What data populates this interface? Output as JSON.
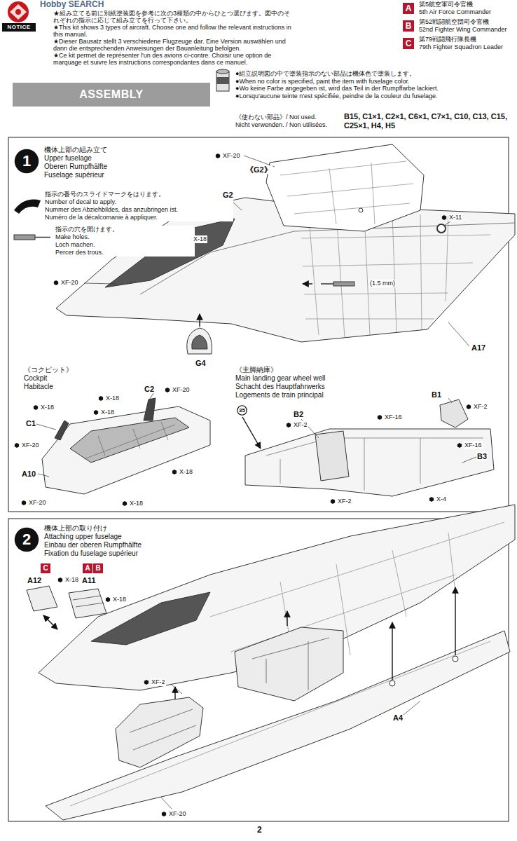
{
  "diagram": {
    "nodes": [
      {
        "text": [
          "NOTICE"
        ]
      },
      {
        "text": [
          "A",
          "第5航空軍司令官機",
          "5th Air Force Commander"
        ]
      },
      {
        "text": [
          "B",
          "第52戦闘航空団司令官機",
          "52nd Fighter Wing Commander"
        ]
      },
      {
        "text": [
          "C",
          "第79戦闘飛行隊長機",
          "79th Fighter Squadron Leader"
        ]
      },
      {
        "text": [
          "ASSEMBLY"
        ]
      },
      {
        "text": [
          "1",
          "機体上部の組み立て",
          "Upper fuselage",
          "Oberen Rumpfhälfte",
          "Fuselage supérieur"
        ]
      },
      {
        "text": [
          "35"
        ]
      },
      {
        "text": [
          "2",
          "機体上部の取り付け",
          "Attaching upper fuselage",
          "Einbau der oberen Rumpfhälfte",
          "Fixation du fuselage supérieur"
        ]
      },
      {
        "text": [
          "C"
        ]
      },
      {
        "text": [
          "A"
        ]
      },
      {
        "text": [
          "B"
        ]
      }
    ],
    "labels": [
      "Hobby SEARCH",
      "★組み立てる前に別紙塗装図を参考に次の3種類の中からひとつ選びます。図中のそれぞれの指示に応じて組み立てを行って下さい。",
      "★This kit shows 3 types of aircraft. Choose one and follow the relevant instructions in this manual.",
      "★Dieser Bausatz stellt 3 verschiedene Flugzeuge dar. Eine Version auswählen und dann die entsprechenden Anweisungen der Bauanleitung befolgen.",
      "★Ce kit permet de représenter l'un des avions ci-contre. Choisir une option de marquage et suivre les instructions correspondantes dans ce manuel.",
      "●組立説明図の中で塗装指示のない部品は機体色で塗装します。",
      "●When no color is specified, paint the item with fuselage color.",
      "●Wo keine Farbe angegeben ist, wird das Teil in der Rumpffarbe lackiert.",
      "●Lorsqu'aucune teinte n'est spécifiée, peindre de la couleur du fuselage.",
      "《使わない部品》/ Not used.",
      "Nicht verwenden. / Non utilisées.",
      "B15, C1×1, C2×1, C6×1, C7×1, C10, C13, C15, C25×1, H4, H5",
      "指示の番号のスライドマークをはります。",
      "Number of decal to apply.",
      "Nummer des Abziehbildes, das anzubringen ist.",
      "Numéro de la décalcomanie à appliquer.",
      "指示の穴を開けます。",
      "Make holes.",
      "Loch machen.",
      "Percer des trous.",
      "XF-20",
      "《G2》",
      "G2",
      "X-11",
      "(1.5 mm)",
      "X-18",
      "XF-20",
      "G4",
      "A17",
      "《コクピット》",
      "Cockpit",
      "Habitacle",
      "X-18",
      "C2",
      "XF-20",
      "X-18",
      "X-18",
      "C1",
      "XF-20",
      "X-18",
      "A10",
      "XF-20",
      "X-18",
      "《主脚納庫》",
      "Main landing gear wheel well",
      "Schacht des Hauptfahrwerks",
      "Logements de train principal",
      "B1",
      "XF-2",
      "B2",
      "XF-2",
      "XF-16",
      "XF-16",
      "B3",
      "X-4",
      "XF-2",
      "A12",
      "X-18",
      "A11",
      "X-18",
      "XF-2",
      "A4",
      "XF-20",
      "2"
    ]
  }
}
